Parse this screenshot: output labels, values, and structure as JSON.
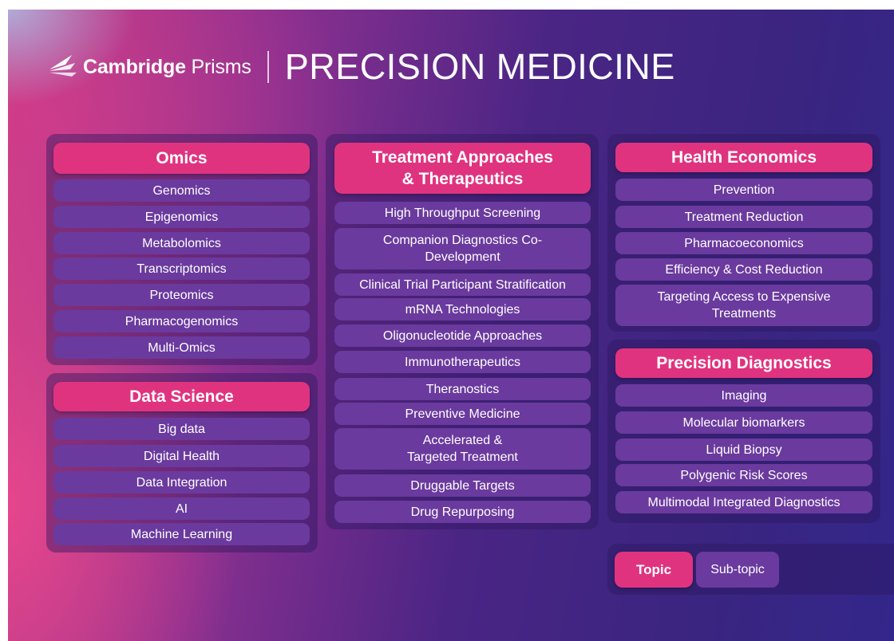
{
  "header": {
    "logo_bold": "Cambridge",
    "logo_light": "Prisms",
    "logo_icon": "cambridge-prisms-logo-icon",
    "title": "PRECISION MEDICINE"
  },
  "colors": {
    "topic": "#e0337f",
    "subtopic": "#6a3a9e",
    "panel": "#2d195f"
  },
  "omics": {
    "title": "Omics",
    "items": [
      "Genomics",
      "Epigenomics",
      "Metabolomics",
      "Transcriptomics",
      "Proteomics",
      "Pharmacogenomics",
      "Multi-Omics"
    ]
  },
  "data_science": {
    "title": "Data Science",
    "items": [
      "Big data",
      "Digital Health",
      "Data Integration",
      "AI",
      "Machine Learning"
    ]
  },
  "treatment": {
    "title_line1": "Treatment Approaches",
    "title_line2": "& Therapeutics",
    "items": [
      "High Throughput Screening",
      "Companion Diagnostics Co-Development",
      "Clinical Trial Participant Stratification",
      "mRNA Technologies",
      "Oligonucleotide Approaches",
      "Immunotherapeutics",
      "Theranostics",
      "Preventive Medicine",
      "Accelerated & Targeted Treatment",
      "Druggable Targets",
      "Drug Repurposing"
    ]
  },
  "health_economics": {
    "title": "Health Economics",
    "items": [
      "Prevention",
      "Treatment Reduction",
      "Pharmacoeconomics",
      "Efficiency & Cost Reduction",
      "Targeting Access to Expensive Treatments"
    ]
  },
  "precision_diagnostics": {
    "title": "Precision Diagnostics",
    "items": [
      "Imaging",
      "Molecular biomarkers",
      "Liquid Biopsy",
      "Polygenic Risk Scores",
      "Multimodal Integrated Diagnostics"
    ]
  },
  "legend": {
    "topic": "Topic",
    "subtopic": "Sub-topic"
  }
}
